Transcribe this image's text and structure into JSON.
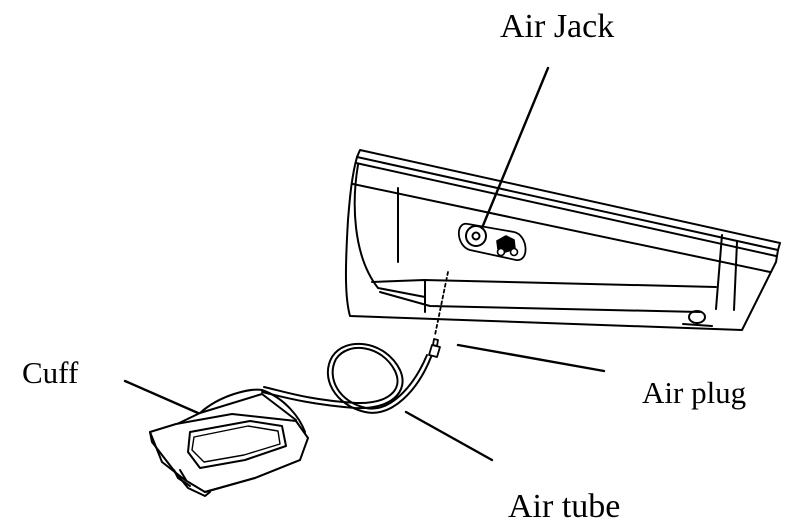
{
  "labels": {
    "air_jack": "Air Jack",
    "cuff": "Cuff",
    "air_plug": "Air plug",
    "air_tube": "Air tube"
  },
  "colors": {
    "ink": "#000000",
    "paper": "#ffffff"
  }
}
